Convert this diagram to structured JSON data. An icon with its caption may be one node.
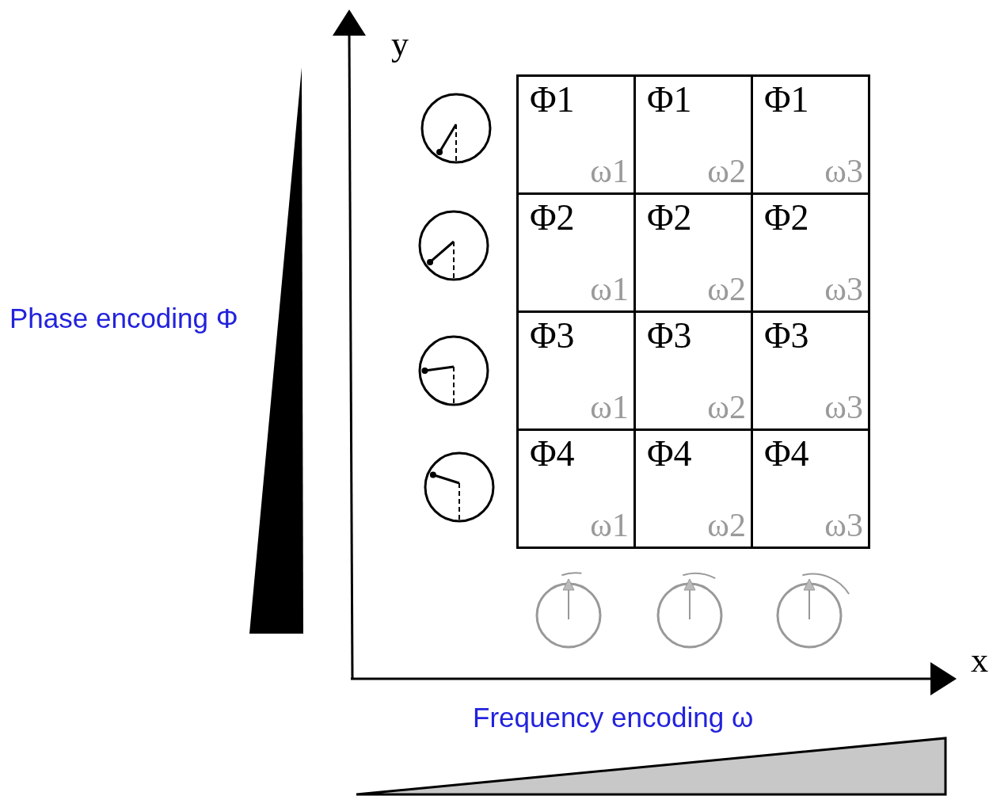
{
  "diagram": {
    "nodes": [
      {
        "text": [
          "Φ1",
          "ω1"
        ]
      },
      {
        "text": [
          "Φ1",
          "ω2"
        ]
      },
      {
        "text": [
          "Φ1",
          "ω3"
        ]
      },
      {
        "text": [
          "Φ2",
          "ω1"
        ]
      },
      {
        "text": [
          "Φ2",
          "ω2"
        ]
      },
      {
        "text": [
          "Φ2",
          "ω3"
        ]
      },
      {
        "text": [
          "Φ3",
          "ω1"
        ]
      },
      {
        "text": [
          "Φ3",
          "ω2"
        ]
      },
      {
        "text": [
          "Φ3",
          "ω3"
        ]
      },
      {
        "text": [
          "Φ4",
          "ω1"
        ]
      },
      {
        "text": [
          "Φ4",
          "ω2"
        ]
      },
      {
        "text": [
          "Φ4",
          "ω3"
        ]
      }
    ],
    "labels": [
      "y",
      "Phase encoding Φ",
      "x",
      "Frequency encoding ω"
    ]
  }
}
